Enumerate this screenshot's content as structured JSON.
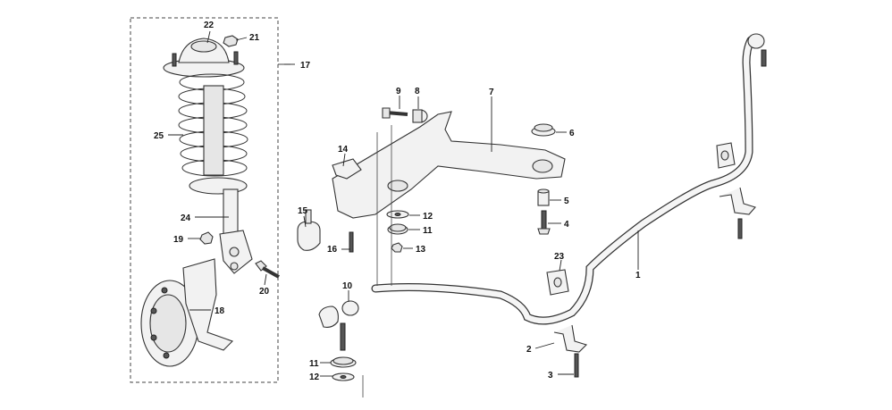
{
  "diagram": {
    "callouts": [
      {
        "id": "c22",
        "text": "22"
      },
      {
        "id": "c21",
        "text": "21"
      },
      {
        "id": "c17",
        "text": "17"
      },
      {
        "id": "c25",
        "text": "25"
      },
      {
        "id": "c24",
        "text": "24"
      },
      {
        "id": "c19",
        "text": "19"
      },
      {
        "id": "c20",
        "text": "20"
      },
      {
        "id": "c18",
        "text": "18"
      },
      {
        "id": "c9",
        "text": "9"
      },
      {
        "id": "c8",
        "text": "8"
      },
      {
        "id": "c7",
        "text": "7"
      },
      {
        "id": "c6",
        "text": "6"
      },
      {
        "id": "c14",
        "text": "14"
      },
      {
        "id": "c15",
        "text": "15"
      },
      {
        "id": "c16",
        "text": "16"
      },
      {
        "id": "c12a",
        "text": "12"
      },
      {
        "id": "c11a",
        "text": "11"
      },
      {
        "id": "c13",
        "text": "13"
      },
      {
        "id": "c5",
        "text": "5"
      },
      {
        "id": "c4",
        "text": "4"
      },
      {
        "id": "c23",
        "text": "23"
      },
      {
        "id": "c1",
        "text": "1"
      },
      {
        "id": "c10",
        "text": "10"
      },
      {
        "id": "c2",
        "text": "2"
      },
      {
        "id": "c3",
        "text": "3"
      },
      {
        "id": "c11b",
        "text": "11"
      },
      {
        "id": "c12b",
        "text": "12"
      }
    ]
  }
}
